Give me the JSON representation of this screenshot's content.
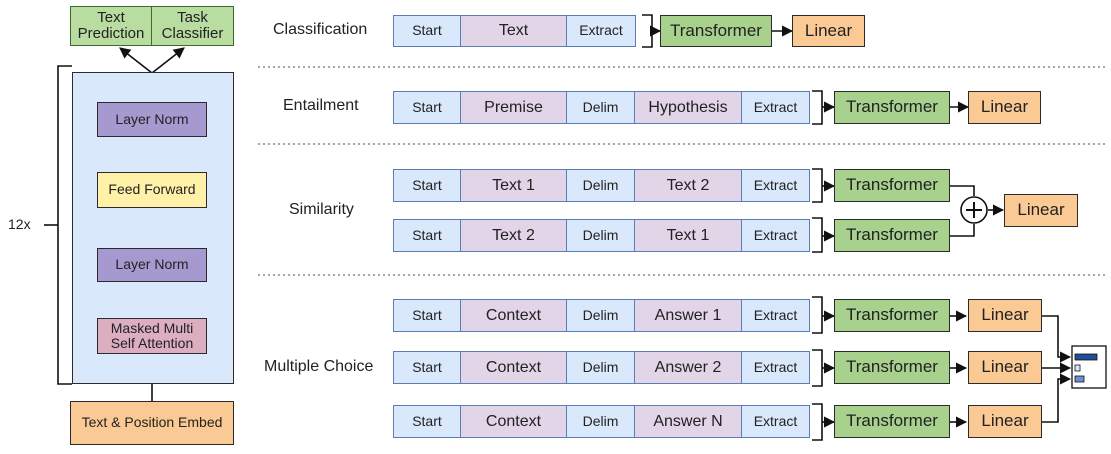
{
  "model": {
    "outputs": [
      "Text\nPrediction",
      "Task\nClassifier"
    ],
    "layer_norm_top": "Layer Norm",
    "feed_forward": "Feed Forward",
    "layer_norm_bottom": "Layer Norm",
    "attention": "Masked Multi\nSelf Attention",
    "embed": "Text & Position Embed",
    "repeat": "12x"
  },
  "tasks": {
    "classification": {
      "label": "Classification",
      "row": [
        "Start",
        "Text",
        "Extract"
      ],
      "transformer": "Transformer",
      "linear": "Linear"
    },
    "entailment": {
      "label": "Entailment",
      "row": [
        "Start",
        "Premise",
        "Delim",
        "Hypothesis",
        "Extract"
      ],
      "transformer": "Transformer",
      "linear": "Linear"
    },
    "similarity": {
      "label": "Similarity",
      "rows": [
        [
          "Start",
          "Text 1",
          "Delim",
          "Text 2",
          "Extract"
        ],
        [
          "Start",
          "Text 2",
          "Delim",
          "Text 1",
          "Extract"
        ]
      ],
      "transformer": "Transformer",
      "linear": "Linear",
      "plus": "+"
    },
    "multiple_choice": {
      "label": "Multiple Choice",
      "rows": [
        [
          "Start",
          "Context",
          "Delim",
          "Answer 1",
          "Extract"
        ],
        [
          "Start",
          "Context",
          "Delim",
          "Answer 2",
          "Extract"
        ],
        [
          "Start",
          "Context",
          "Delim",
          "Answer N",
          "Extract"
        ]
      ],
      "transformer": "Transformer",
      "linear": "Linear"
    }
  },
  "colors": {
    "token_start": "#dae8fc",
    "token_text": "#e1d5e7",
    "transformer": "#a9d18e",
    "linear": "#fbc994",
    "layer_norm": "#a699cf",
    "feed_forward": "#fff2a8",
    "attention": "#dcaec0",
    "embed": "#fbc994",
    "block_bg": "#dae8fc"
  }
}
